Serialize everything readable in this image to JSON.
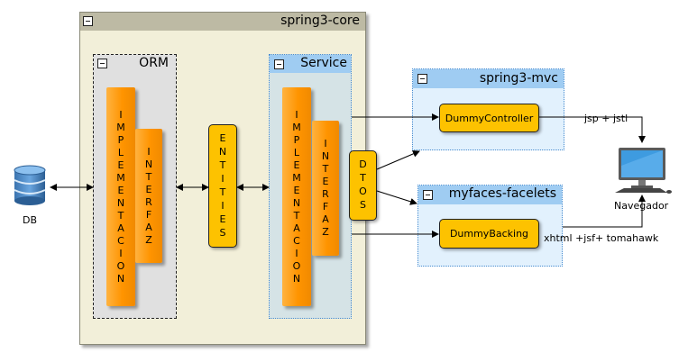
{
  "core": {
    "title": "spring3-core"
  },
  "orm": {
    "title": "ORM",
    "implementation": "IMPLEMENTACION",
    "interface": "INTERFAZ"
  },
  "entities": "ENTITIES",
  "service": {
    "title": "Service",
    "implementation": "IMPLEMENTACION",
    "interface": "INTERFAZ"
  },
  "dtos": "DTOS",
  "mvc": {
    "title": "spring3-mvc",
    "controller": "DummyController"
  },
  "facelets": {
    "title": "myfaces-facelets",
    "backing": "DummyBacking"
  },
  "db": {
    "label": "DB",
    "icon": "database-icon"
  },
  "browser": {
    "label": "Navegador",
    "icon": "computer-icon"
  },
  "edges": {
    "mvc_to_browser": "jsp + jstl",
    "facelets_to_browser": "xhtml +jsf+ tomahawk"
  },
  "colors": {
    "core_bg": "#f2efd9",
    "core_header": "#bdbaa4",
    "group_header": "#9fccf2",
    "component_orange": "#ff9400",
    "box_yellow": "#fdc200"
  }
}
